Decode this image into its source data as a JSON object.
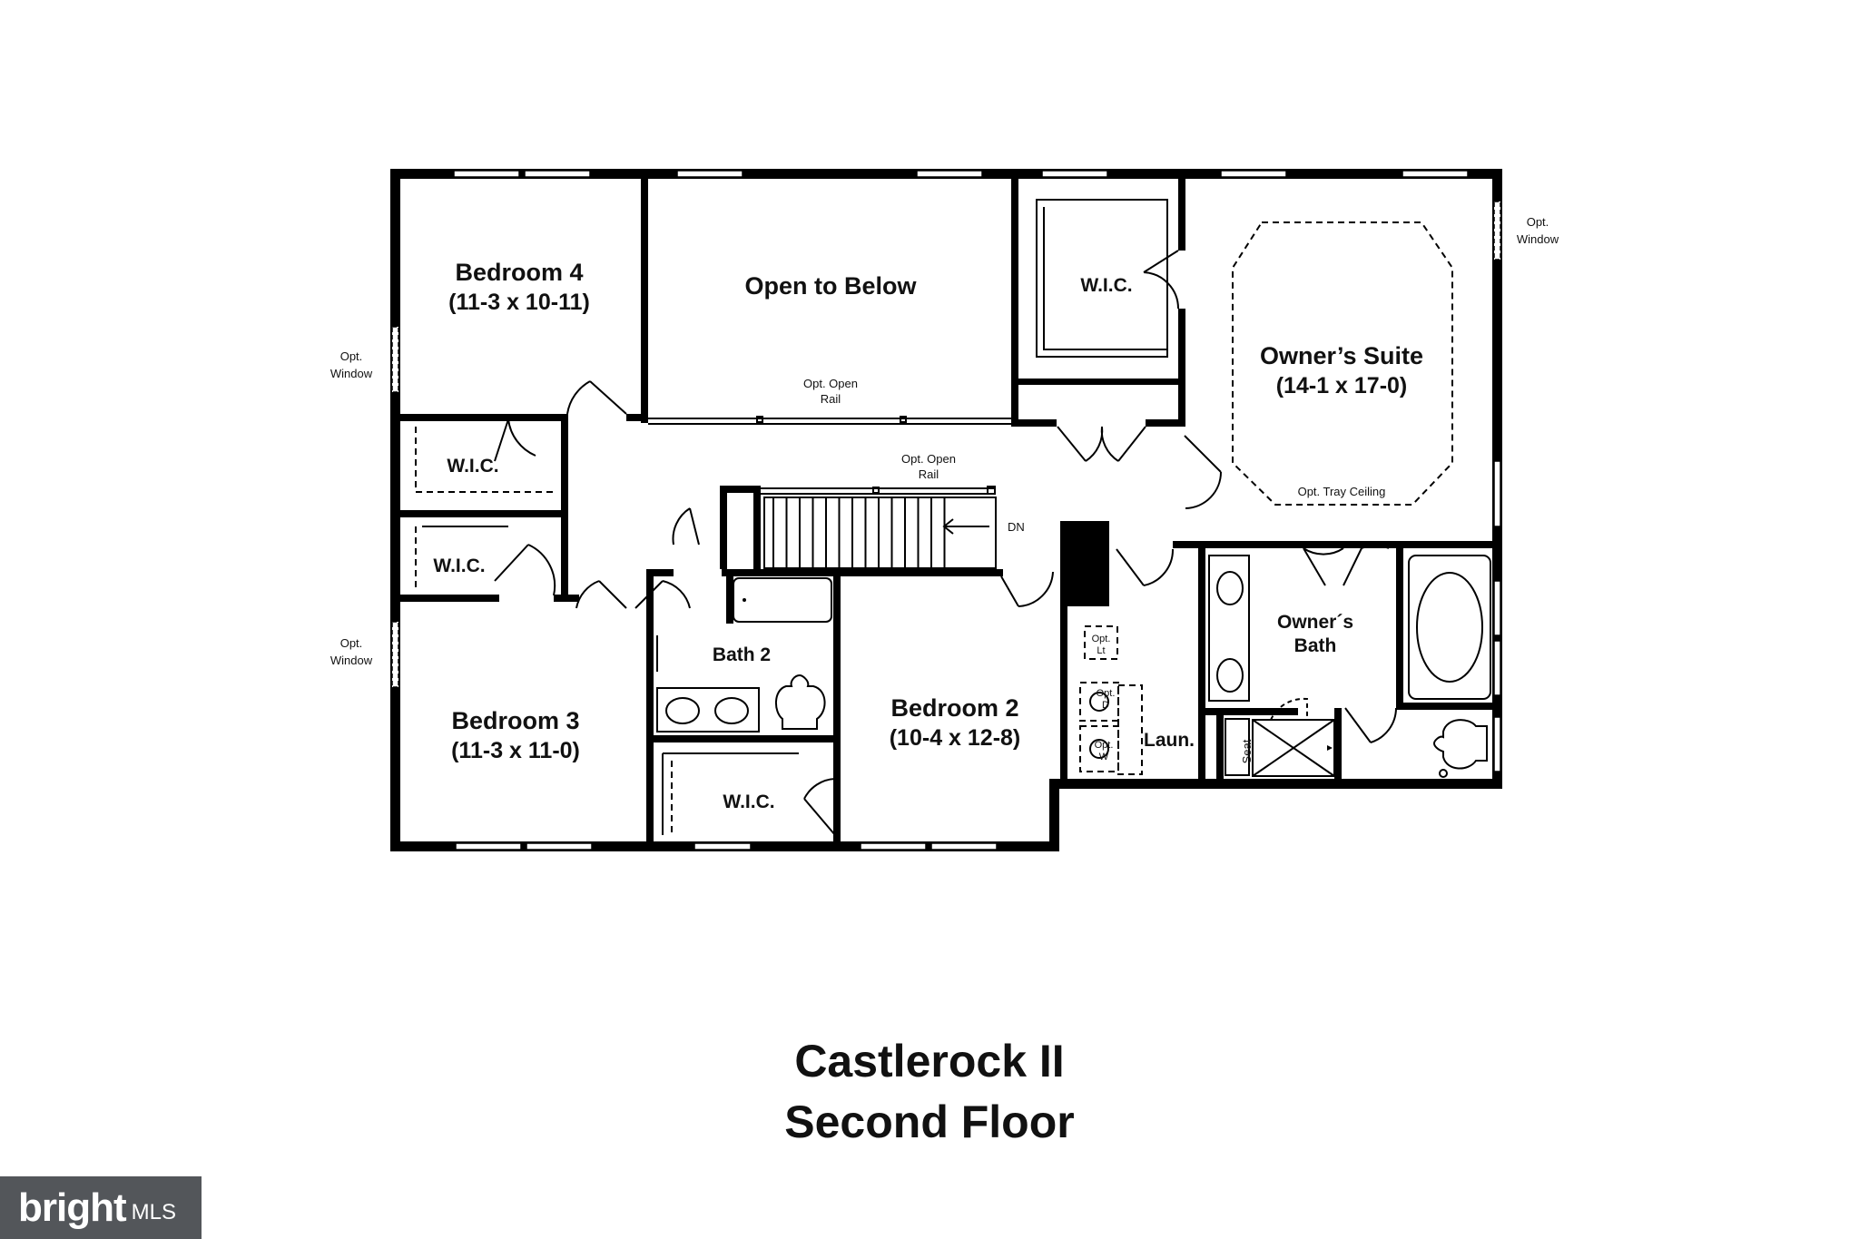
{
  "plan": {
    "rooms": {
      "bedroom4": {
        "name": "Bedroom 4",
        "dims": "(11-3 x 10-11)"
      },
      "open_below": {
        "name": "Open to Below"
      },
      "wic_owner": {
        "name": "W.I.C."
      },
      "owners_suite": {
        "name": "Owner’s Suite",
        "dims": "(14-1 x 17-0)"
      },
      "wic_b4": {
        "name": "W.I.C."
      },
      "wic_b3": {
        "name": "W.I.C."
      },
      "bath2": {
        "name": "Bath 2"
      },
      "bedroom3": {
        "name": "Bedroom 3",
        "dims": "(11-3 x 11-0)"
      },
      "wic_b2": {
        "name": "W.I.C."
      },
      "bedroom2": {
        "name": "Bedroom 2",
        "dims": "(10-4 x 12-8)"
      },
      "laundry": {
        "name": "Laun."
      },
      "owners_bath": {
        "line1": "Owner´s",
        "line2": "Bath"
      }
    },
    "notes": {
      "opt_window_right": {
        "line1": "Opt.",
        "line2": "Window"
      },
      "opt_window_left_top": {
        "line1": "Opt.",
        "line2": "Window"
      },
      "opt_window_left_bottom": {
        "line1": "Opt.",
        "line2": "Window"
      },
      "opt_open_rail_1": {
        "line1": "Opt. Open",
        "line2": "Rail"
      },
      "opt_open_rail_2": {
        "line1": "Opt. Open",
        "line2": "Rail"
      },
      "tray_ceiling": "Opt. Tray Ceiling",
      "stairs_down": "DN",
      "seat": "Seat",
      "opt_lt": {
        "line1": "Opt.",
        "line2": "Lt"
      },
      "opt_d": {
        "line1": "Opt.",
        "line2": "D"
      },
      "opt_w": {
        "line1": "Opt.",
        "line2": "W"
      }
    }
  },
  "title": {
    "line1": "Castlerock II",
    "line2": "Second Floor"
  },
  "logo": {
    "word": "bright",
    "suffix": "MLS"
  }
}
